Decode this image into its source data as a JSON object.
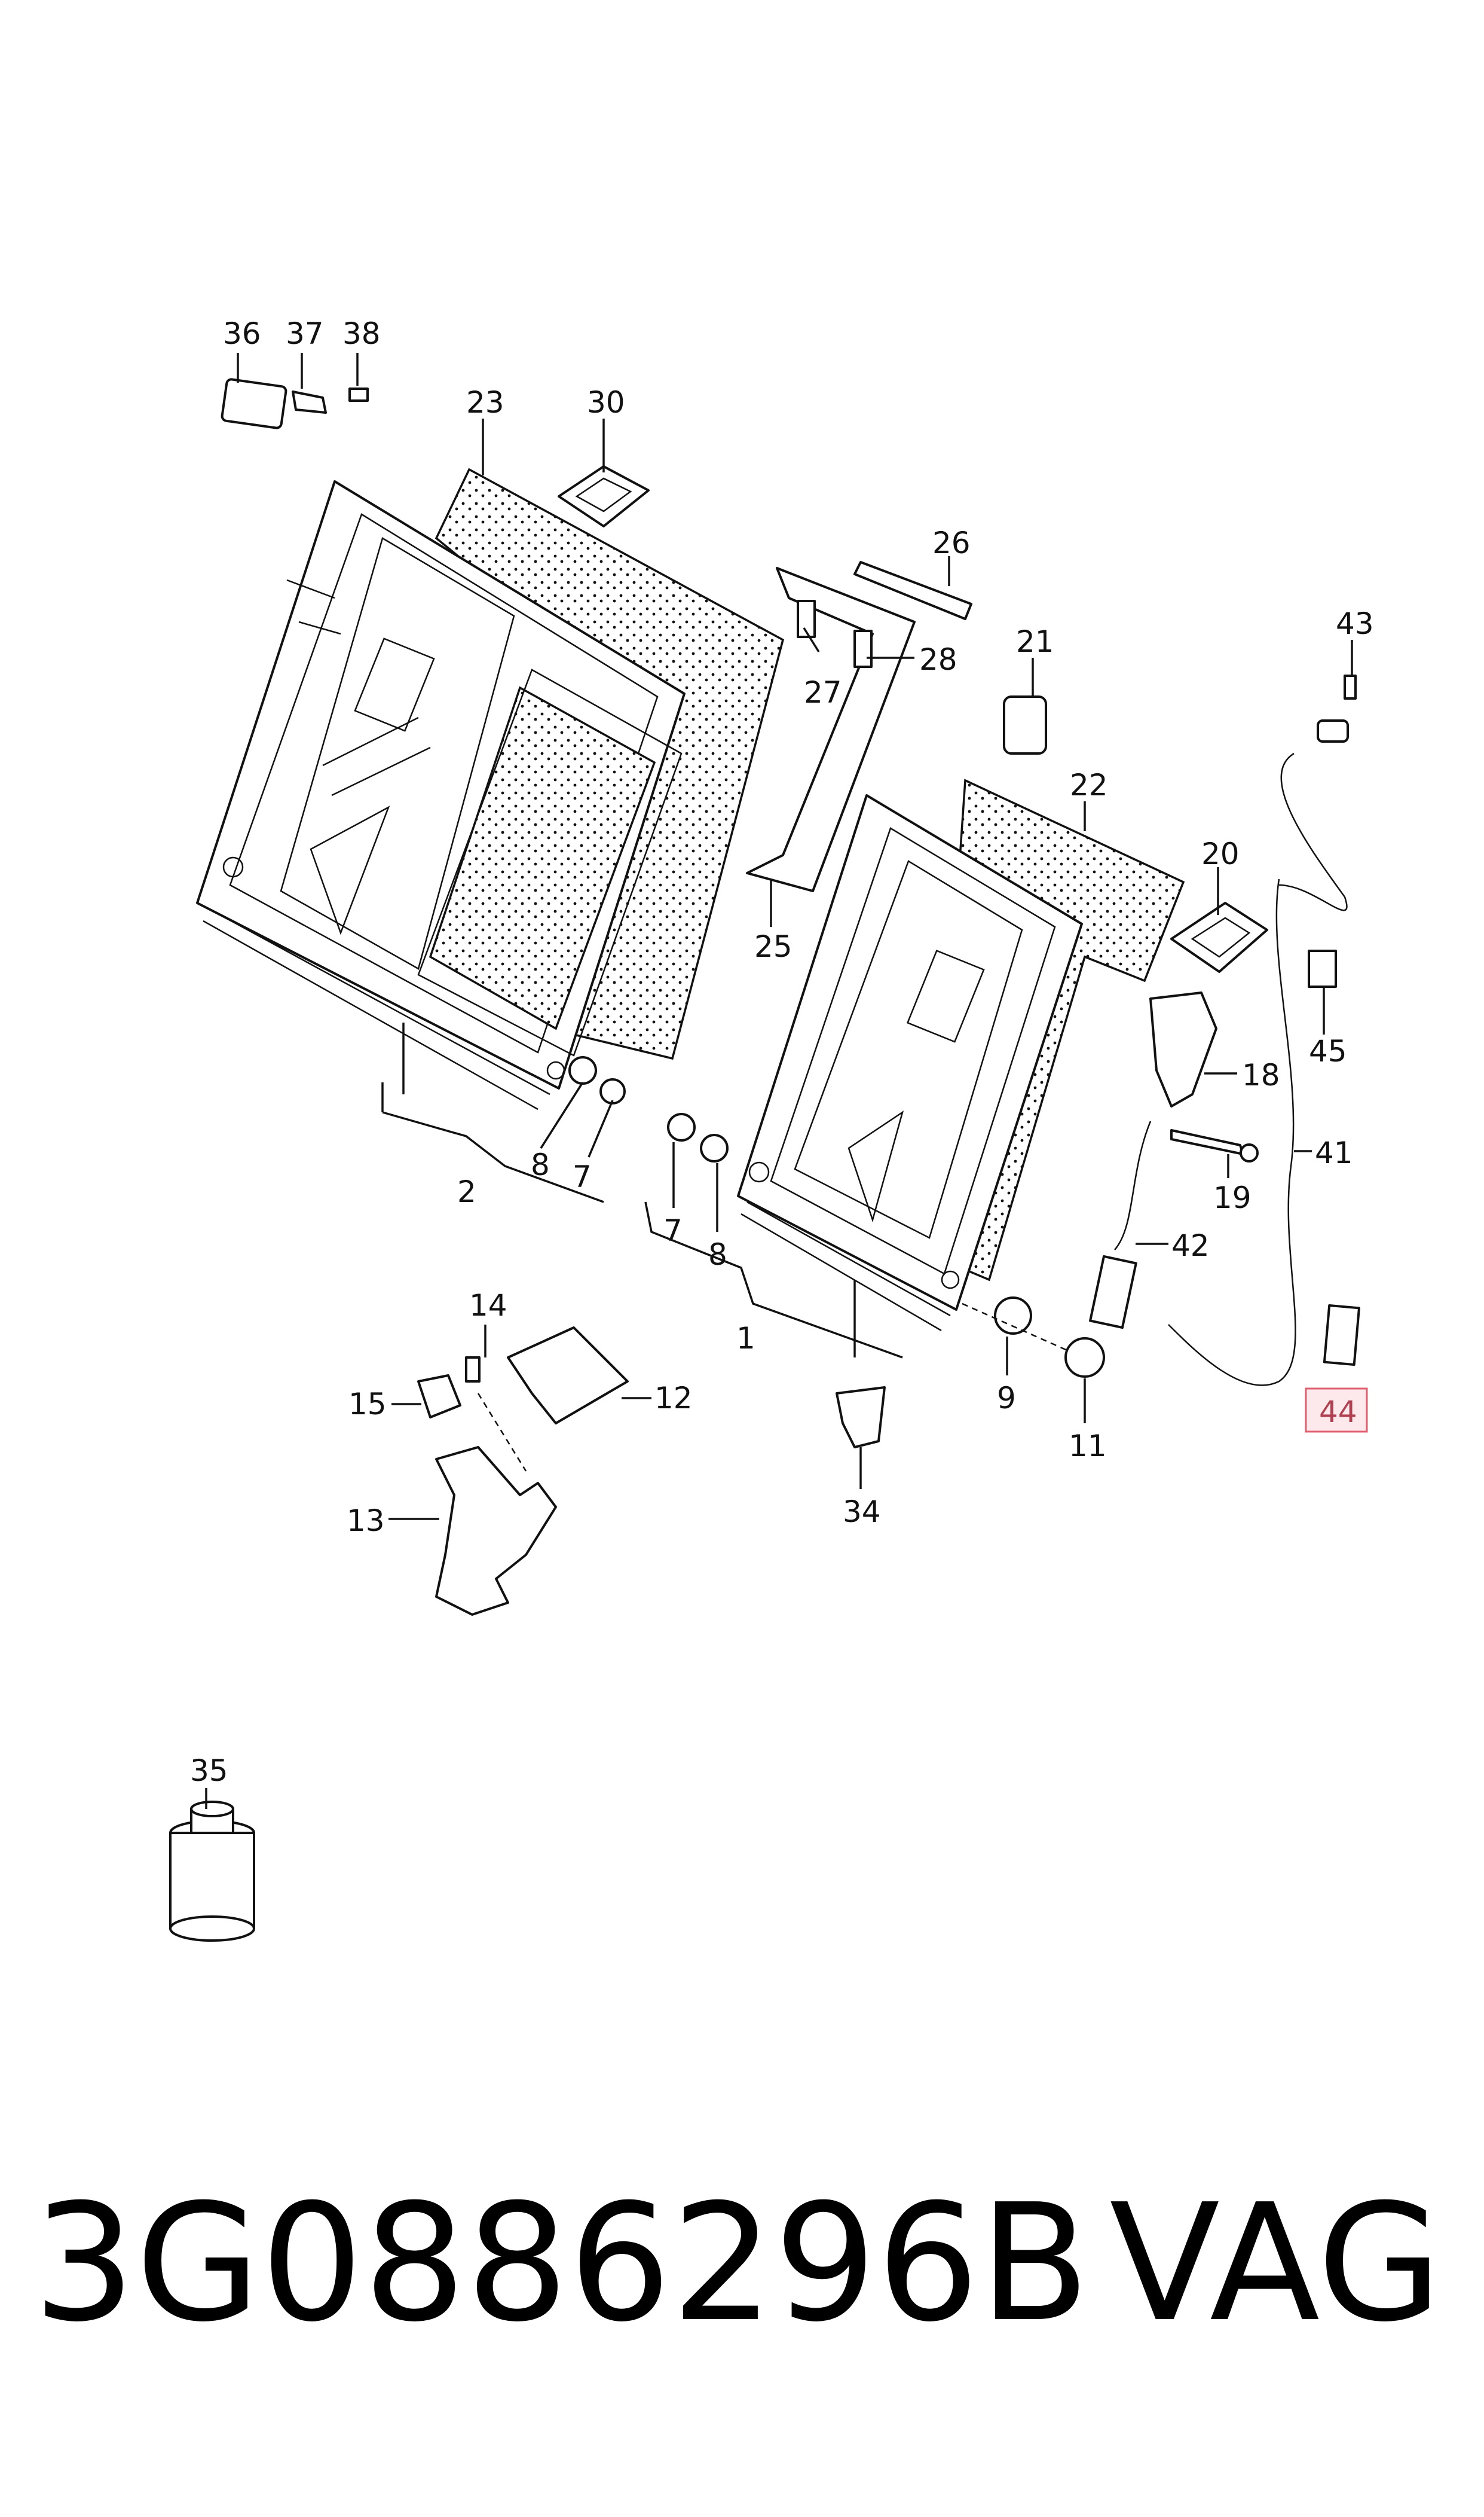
{
  "diagram": {
    "callouts": [
      "36",
      "37",
      "38",
      "23",
      "30",
      "26",
      "21",
      "27",
      "28",
      "43",
      "22",
      "20",
      "25",
      "18",
      "45",
      "41",
      "19",
      "42",
      "2",
      "8",
      "7",
      "7",
      "8",
      "1",
      "9",
      "11",
      "44",
      "14",
      "12",
      "15",
      "34",
      "13",
      "35"
    ],
    "highlight_color": "#e06070",
    "ink_color": "#111111"
  },
  "footer": {
    "part_number": "3G0886296B",
    "brand": "VAG"
  }
}
